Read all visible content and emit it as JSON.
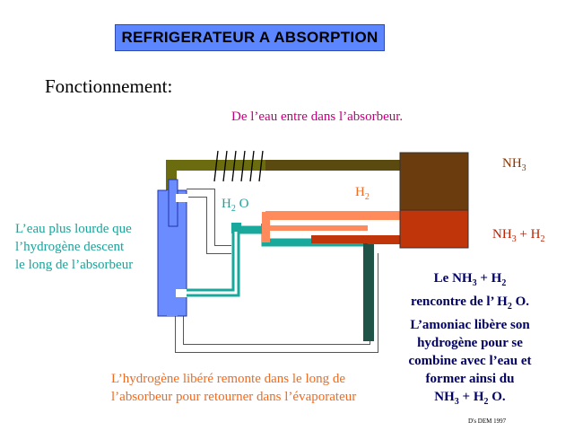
{
  "title": "REFRIGERATEUR A ABSORPTION",
  "subtitle": "Fonctionnement:",
  "label_water_enters": "De l’eau entre dans l’absorbeur.",
  "label_nh3": {
    "base": "NH",
    "sub": "3"
  },
  "label_h2": {
    "base": "H",
    "sub": "2"
  },
  "label_h2o": {
    "base": "H",
    "sub": "2",
    "rest": " O"
  },
  "label_nh3_h2": {
    "base": "NH",
    "sub1": "3",
    "mid": " + H",
    "sub2": "2"
  },
  "left_note": [
    "L’eau plus lourde que",
    "l’hydrogène descent",
    "le long de l’absorbeur"
  ],
  "right_note": {
    "l1a": "Le NH",
    "l1s1": "3",
    "l1b": " + H",
    "l1s2": "2",
    "l2a": "rencontre de l’ H",
    "l2s": "2",
    "l2b": " O.",
    "l3": "L’amoniac libère son",
    "l4": "hydrogène pour se",
    "l5": "combine avec l’eau et",
    "l6": "former ainsi du",
    "l7a": "NH",
    "l7s1": "3",
    "l7b": " + H",
    "l7s2": "2",
    "l7c": " O."
  },
  "bottom_note": [
    "L’hydrogène libéré remonte dans le long de",
    "l’absorbeur pour retourner dans l’évaporateur"
  ],
  "signature": "D's DEM 1997",
  "colors": {
    "title_bg": "#5b86ff",
    "absorber_blue": "#6a8cff",
    "olive": "#6b6b10",
    "brown_box": "#6b3d0e",
    "red_box": "#c0360a",
    "teal": "#18a89c",
    "salmon": "#ff8a5c",
    "dark_green": "#1f5347"
  }
}
